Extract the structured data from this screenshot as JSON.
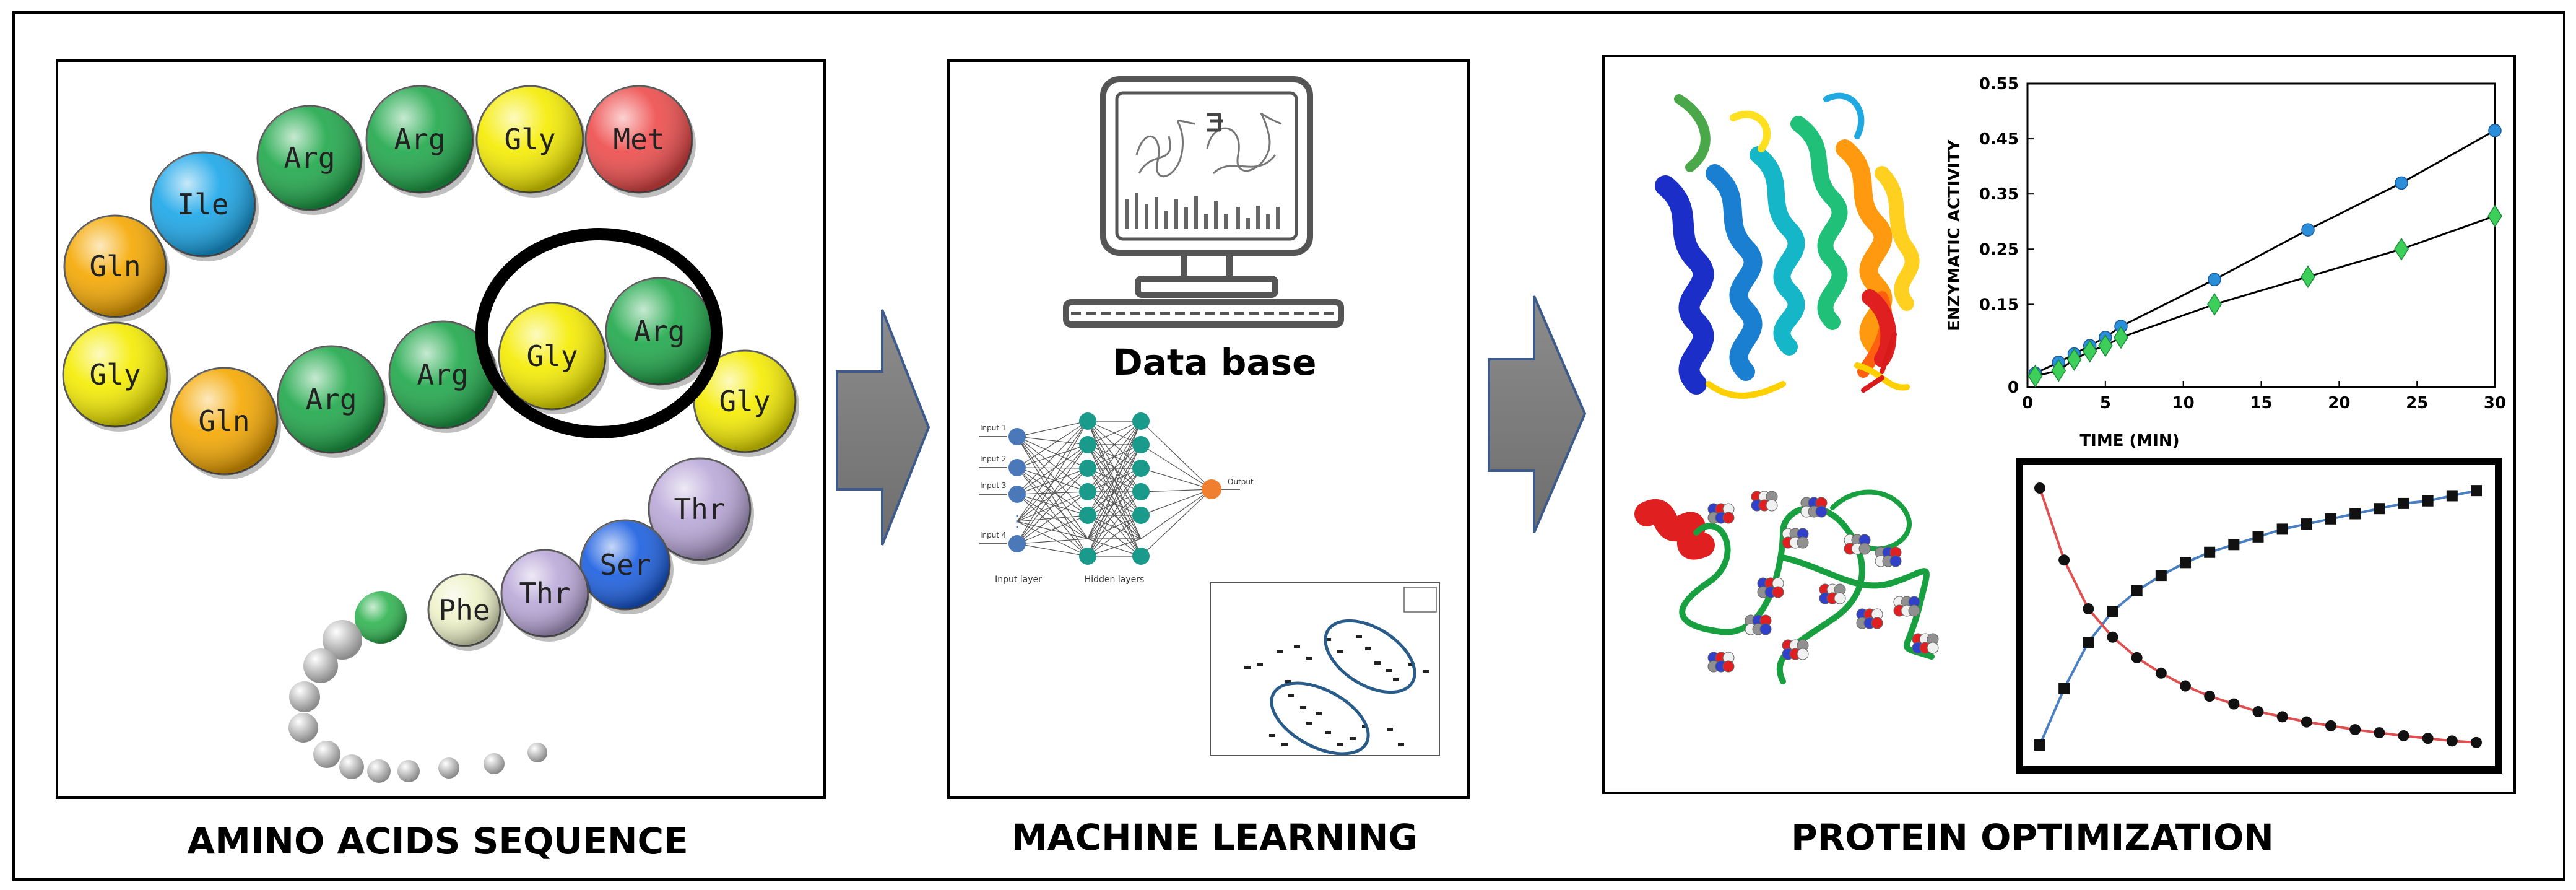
{
  "panels": {
    "sequence": {
      "caption": "AMINO ACIDS SEQUENCE",
      "beads": [
        {
          "label": "Gln",
          "color": "#f5a800"
        },
        {
          "label": "Ile",
          "color": "#1aa6e8"
        },
        {
          "label": "Arg",
          "color": "#1fa84a"
        },
        {
          "label": "Arg",
          "color": "#1fa84a"
        },
        {
          "label": "Gly",
          "color": "#f5ec00"
        },
        {
          "label": "Met",
          "color": "#ee4b4b"
        },
        {
          "label": "Gly",
          "color": "#f5ec00"
        },
        {
          "label": "Gln",
          "color": "#f5a800"
        },
        {
          "label": "Arg",
          "color": "#1fa84a"
        },
        {
          "label": "Arg",
          "color": "#1fa84a"
        },
        {
          "label": "Gly",
          "color": "#f5ec00"
        },
        {
          "label": "Arg",
          "color": "#1fa84a"
        },
        {
          "label": "Gly",
          "color": "#f5ec00"
        },
        {
          "label": "Thr",
          "color": "#b9a7d8"
        },
        {
          "label": "Ser",
          "color": "#1a5ee0"
        },
        {
          "label": "Thr",
          "color": "#b9a7d8"
        },
        {
          "label": "Phe",
          "color": "#eef2c8"
        }
      ]
    },
    "ml": {
      "caption": "MACHINE LEARNING",
      "monitor_title": "Data base",
      "nn": {
        "inputs": [
          "Input 1",
          "Input 2",
          "Input 3",
          "Input 4"
        ],
        "ellipsis": "⋮",
        "output": "Output",
        "input_layer": "Input layer",
        "hidden_layers": "Hidden layers"
      }
    },
    "protein": {
      "caption": "PROTEIN OPTIMIZATION"
    }
  },
  "chart_data": [
    {
      "type": "line",
      "xlabel": "TIME (MIN)",
      "ylabel": "ENZYMATIC ACTIVITY",
      "xlim": [
        0,
        30
      ],
      "ylim": [
        0,
        0.55
      ],
      "xticks": [
        0,
        5,
        10,
        15,
        20,
        25,
        30
      ],
      "yticks": [
        0,
        0.15,
        0.25,
        0.35,
        0.45,
        0.55
      ],
      "ytick_labels": [
        "0",
        "0.15",
        "0.25",
        "0.35",
        "0.45",
        "0.55"
      ],
      "series": [
        {
          "marker": "circle",
          "color": "#2a8fd8",
          "x": [
            0.5,
            2,
            3,
            4,
            5,
            6,
            12,
            18,
            24,
            30
          ],
          "y": [
            0.025,
            0.045,
            0.06,
            0.075,
            0.09,
            0.11,
            0.195,
            0.285,
            0.37,
            0.465
          ]
        },
        {
          "marker": "diamond",
          "color": "#3dcf5a",
          "x": [
            0.5,
            2,
            3,
            4,
            5,
            6,
            12,
            18,
            24,
            30
          ],
          "y": [
            0.02,
            0.03,
            0.05,
            0.065,
            0.075,
            0.09,
            0.15,
            0.2,
            0.25,
            0.31
          ]
        }
      ],
      "grid": false
    },
    {
      "type": "line",
      "series": [
        {
          "marker": "square",
          "line_color": "#4a7fc1",
          "x": [
            0,
            1,
            2,
            3,
            4,
            5,
            6,
            7,
            8,
            9,
            10,
            11,
            12,
            13,
            14,
            15,
            16,
            17,
            18
          ],
          "y": [
            0.0,
            0.22,
            0.4,
            0.52,
            0.6,
            0.66,
            0.71,
            0.75,
            0.78,
            0.81,
            0.84,
            0.86,
            0.88,
            0.9,
            0.92,
            0.94,
            0.95,
            0.97,
            0.99
          ]
        },
        {
          "marker": "circle",
          "line_color": "#e05050",
          "x": [
            0,
            1,
            2,
            3,
            4,
            5,
            6,
            7,
            8,
            9,
            10,
            11,
            12,
            13,
            14,
            15,
            16,
            17,
            18
          ],
          "y": [
            1.0,
            0.72,
            0.53,
            0.42,
            0.34,
            0.28,
            0.23,
            0.19,
            0.16,
            0.13,
            0.11,
            0.09,
            0.075,
            0.06,
            0.048,
            0.036,
            0.026,
            0.016,
            0.01
          ]
        }
      ],
      "xlim": [
        0,
        18
      ],
      "ylim": [
        0,
        1
      ]
    }
  ]
}
